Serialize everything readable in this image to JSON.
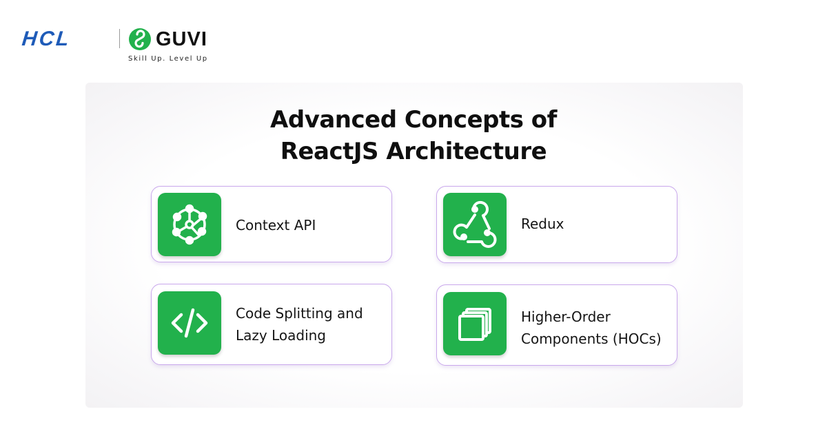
{
  "logo": {
    "hcl": "HCL",
    "guvi": "GUVI",
    "tagline": "Skill Up. Level Up"
  },
  "title": {
    "line1": "Advanced Concepts of",
    "line2": "ReactJS Architecture"
  },
  "cards": [
    {
      "icon": "context-network-icon",
      "lines": [
        "Context API"
      ]
    },
    {
      "icon": "redux-icon",
      "lines": [
        "Redux"
      ]
    },
    {
      "icon": "code-brackets-icon",
      "lines": [
        "Code Splitting and",
        "Lazy Loading"
      ]
    },
    {
      "icon": "stacked-squares-icon",
      "lines": [
        "Higher-Order",
        "Components (HOCs)"
      ]
    }
  ],
  "colors": {
    "accent_green": "#22b14c",
    "card_border": "#c9a8ec",
    "hcl_blue": "#1e5bb8"
  }
}
